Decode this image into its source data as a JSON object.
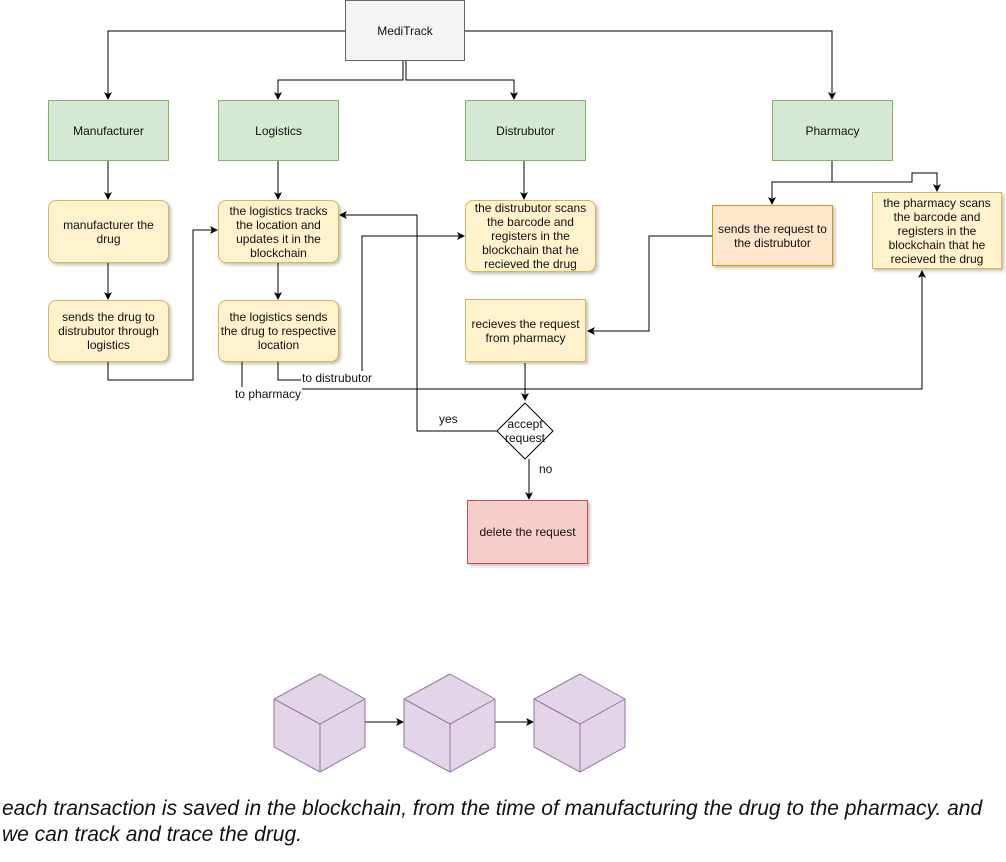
{
  "diagram": {
    "root": "MediTrack",
    "roles": {
      "manufacturer": "Manufacturer",
      "logistics": "Logistics",
      "distributor": "Distrubutor",
      "pharmacy": "Pharmacy"
    },
    "steps": {
      "manufacture": "manufacturer the drug",
      "send_drug": "sends the drug to distrubutor through logistics",
      "logistics_track": "the logistics tracks the location and updates it in the blockchain",
      "logistics_send": "the logistics sends the drug to respective location",
      "distributor_scan": "the distrubutor scans the barcode and registers in the blockchain that he recieved the drug",
      "receive_request": "recieves the request from pharmacy",
      "pharmacy_request": "sends the request to the distrubutor",
      "pharmacy_scan": "the pharmacy scans the barcode and registers in the blockchain that he recieved the drug",
      "accept": "accept request",
      "delete": "delete the request"
    },
    "edge_labels": {
      "to_distributor": "to distrubutor",
      "to_pharmacy": "to pharmacy",
      "yes": "yes",
      "no": "no"
    },
    "caption": "each transaction is saved in the blockchain, from the time of manufacturing the drug to the pharmacy. and we can track and trace the drug.",
    "colors": {
      "root_fill": "#f5f5f5",
      "role_fill": "#d5e8d4",
      "step_fill": "#fff2cc",
      "request_fill": "#ffe6cc",
      "delete_fill": "#f8cecc",
      "block_fill": "#e1d5e7",
      "block_stroke": "#9673a6"
    },
    "icons": [
      "blockchain-block-icon",
      "blockchain-block-icon",
      "blockchain-block-icon"
    ]
  }
}
